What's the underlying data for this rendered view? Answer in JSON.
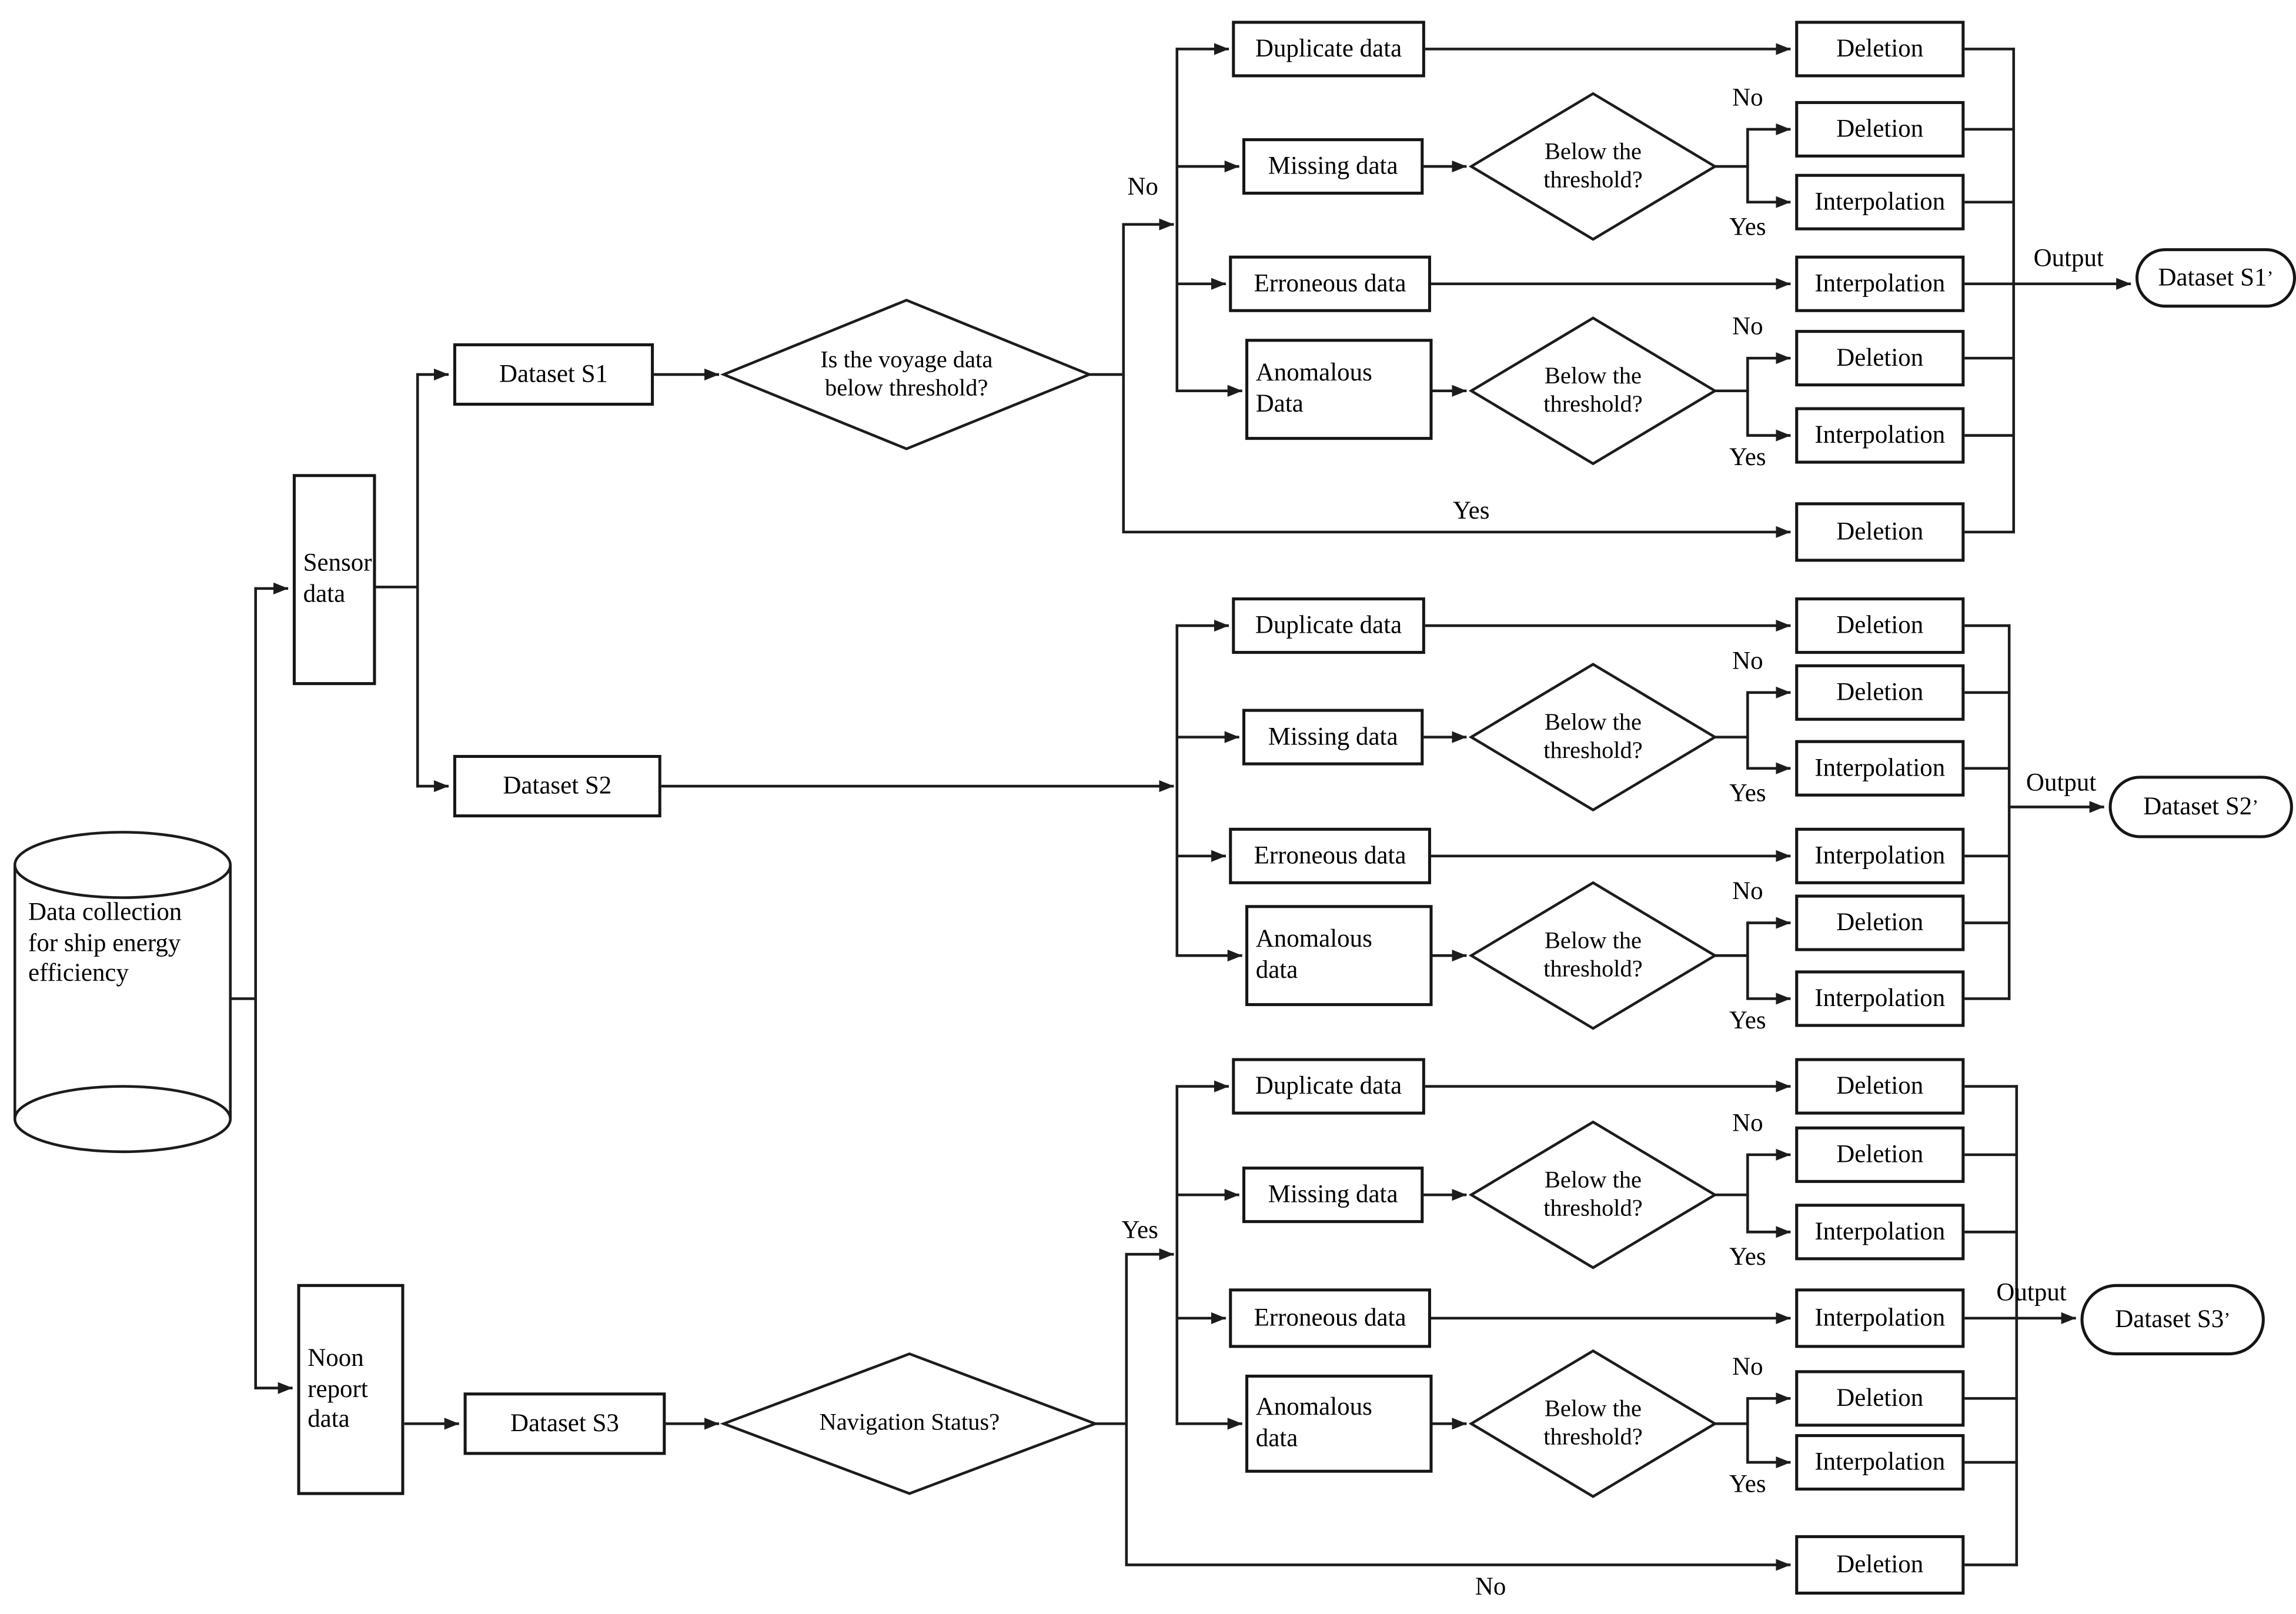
{
  "source": {
    "line1": "Data collection",
    "line2": "for ship energy",
    "line3": "efficiency"
  },
  "sensor": {
    "line1": "Sensor",
    "line2": "data"
  },
  "noon": {
    "line1": "Noon",
    "line2": "report",
    "line3": "data"
  },
  "pipelines": [
    {
      "dataset": "Dataset S1",
      "decision": {
        "line1": "Is the voyage data",
        "line2": "below threshold?"
      },
      "no_label": "No",
      "yes_label": "Yes",
      "duplicate": {
        "label": "Duplicate data",
        "action": "Deletion"
      },
      "missing": {
        "label": "Missing data",
        "th1": "Below the",
        "th2": "threshold?",
        "no": "No",
        "no_action": "Deletion",
        "yes": "Yes",
        "yes_action": "Interpolation"
      },
      "erroneous": {
        "label": "Erroneous data",
        "action": "Interpolation"
      },
      "anomalous": {
        "line1": "Anomalous",
        "line2": "Data",
        "th1": "Below the",
        "th2": "threshold?",
        "no": "No",
        "no_action": "Deletion",
        "yes": "Yes",
        "yes_action": "Interpolation"
      },
      "fallback_action": "Deletion",
      "output_label": "Output",
      "output_name": "Dataset S1",
      "output_prime": "’"
    },
    {
      "dataset": "Dataset S2",
      "duplicate": {
        "label": "Duplicate data",
        "action": "Deletion"
      },
      "missing": {
        "label": "Missing data",
        "th1": "Below the",
        "th2": "threshold?",
        "no": "No",
        "no_action": "Deletion",
        "yes": "Yes",
        "yes_action": "Interpolation"
      },
      "erroneous": {
        "label": "Erroneous data",
        "action": "Interpolation"
      },
      "anomalous": {
        "line1": "Anomalous",
        "line2": "data",
        "th1": "Below the",
        "th2": "threshold?",
        "no": "No",
        "no_action": "Deletion",
        "yes": "Yes",
        "yes_action": "Interpolation"
      },
      "output_label": "Output",
      "output_name": "Dataset S2",
      "output_prime": "’"
    },
    {
      "dataset": "Dataset S3",
      "decision": {
        "line1": "Navigation Status?"
      },
      "yes_label": "Yes",
      "no_label": "No",
      "duplicate": {
        "label": "Duplicate data",
        "action": "Deletion"
      },
      "missing": {
        "label": "Missing data",
        "th1": "Below the",
        "th2": "threshold?",
        "no": "No",
        "no_action": "Deletion",
        "yes": "Yes",
        "yes_action": "Interpolation"
      },
      "erroneous": {
        "label": "Erroneous data",
        "action": "Interpolation"
      },
      "anomalous": {
        "line1": "Anomalous",
        "line2": "data",
        "th1": "Below the",
        "th2": "threshold?",
        "no": "No",
        "no_action": "Deletion",
        "yes": "Yes",
        "yes_action": "Interpolation"
      },
      "fallback_action": "Deletion",
      "output_label": "Output",
      "output_name": "Dataset S3",
      "output_prime": "’"
    }
  ]
}
